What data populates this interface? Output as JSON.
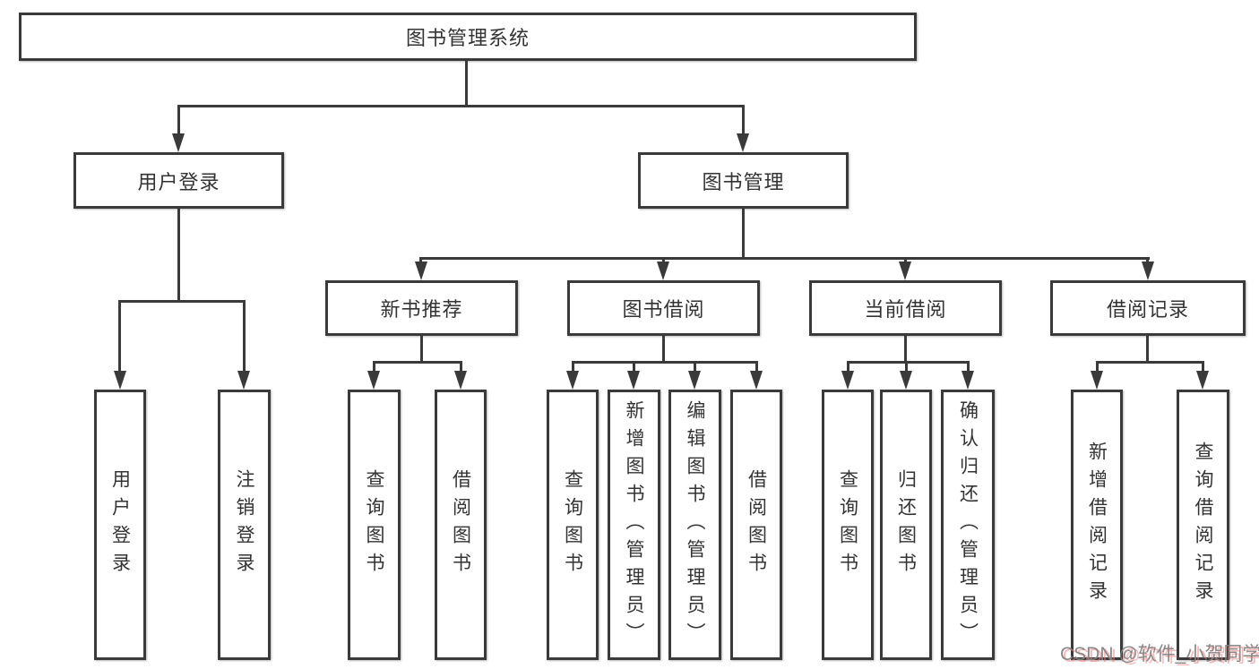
{
  "diagram": {
    "title": "图书管理系统",
    "branches": [
      {
        "label": "用户登录",
        "leaves": [
          "用户登录",
          "注销登录"
        ]
      },
      {
        "label": "图书管理",
        "groups": [
          {
            "label": "新书推荐",
            "leaves": [
              "查询图书",
              "借阅图书"
            ]
          },
          {
            "label": "图书借阅",
            "leaves": [
              "查询图书",
              "新增图书（管理员）",
              "编辑图书（管理员）",
              "借阅图书"
            ]
          },
          {
            "label": "当前借阅",
            "leaves": [
              "查询图书",
              "归还图书",
              "确认归还（管理员）"
            ]
          },
          {
            "label": "借阅记录",
            "leaves": [
              "新增借阅记录",
              "查询借阅记录"
            ]
          }
        ]
      }
    ]
  },
  "colors": {
    "line": "#3a3a3a",
    "text": "#333333",
    "box_background": "#ffffff",
    "watermark_gray": "#828282",
    "watermark_pink": "#fa7878"
  },
  "watermark": {
    "text": "CSDN @软件_小贺同学"
  }
}
